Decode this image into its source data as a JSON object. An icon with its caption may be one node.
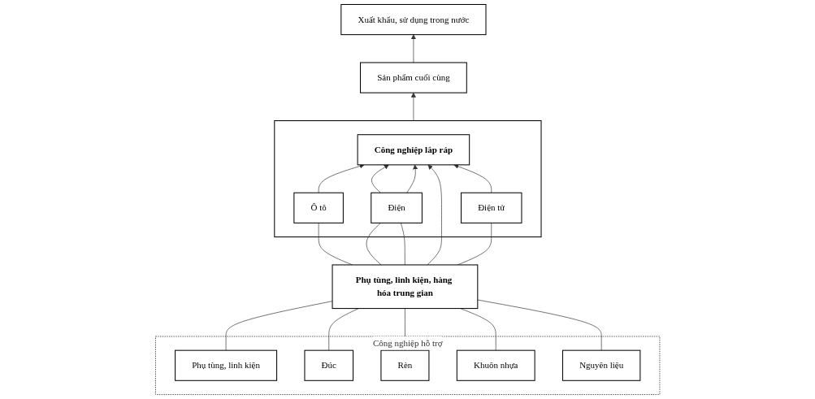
{
  "diagram": {
    "nodes": [
      {
        "text": [],
        "shape": "box"
      },
      {
        "text": [
          "Công nghiệp lắp ráp"
        ],
        "in": 0
      },
      {
        "text": [
          "Ô tô"
        ],
        "in": 0
      },
      {
        "text": [
          "Điện"
        ],
        "in": 0
      },
      {
        "text": [
          "Điện tử"
        ],
        "in": 0
      },
      {
        "text": [
          "Sản phẩm cuối cùng"
        ]
      },
      {
        "text": [
          "Xuất khẩu, sử dụng trong nước"
        ]
      },
      {
        "text": [
          "Phụ tùng, linh kiện, hàng hóa trung gian"
        ]
      },
      {
        "text": [
          "Công nghiệp hỗ trợ"
        ]
      },
      {
        "text": [
          "Phụ tùng, linh kiện"
        ],
        "in": 8
      },
      {
        "text": [
          "Đúc"
        ],
        "in": 8
      },
      {
        "text": [
          "Rèn"
        ],
        "in": 8
      },
      {
        "text": [
          "Khuôn nhựa"
        ],
        "in": 8
      },
      {
        "text": [
          "Nguyên liệu"
        ],
        "in": 8
      }
    ],
    "edges": [
      {
        "from": 2,
        "to": 1,
        "arrow": "to"
      },
      {
        "from": 3,
        "to": 1,
        "arrow": "to"
      },
      {
        "from": 3,
        "to": 1,
        "arrow": "to"
      },
      {
        "from": 7,
        "to": 1,
        "arrow": "to"
      },
      {
        "from": 4,
        "to": 1,
        "arrow": "to"
      },
      {
        "from": 0,
        "to": 5,
        "arrow": "to"
      },
      {
        "from": 5,
        "to": 6,
        "arrow": "to"
      },
      {
        "from": 7,
        "to": 2,
        "arrow": "none"
      },
      {
        "from": 7,
        "to": 3,
        "arrow": "none"
      },
      {
        "from": 7,
        "to": 3,
        "arrow": "none"
      },
      {
        "from": 7,
        "to": 4,
        "arrow": "none"
      },
      {
        "from": 9,
        "to": 7,
        "arrow": "none"
      },
      {
        "from": 10,
        "to": 7,
        "arrow": "none"
      },
      {
        "from": 11,
        "to": 7,
        "arrow": "none"
      },
      {
        "from": 12,
        "to": 7,
        "arrow": "none"
      },
      {
        "from": 13,
        "to": 7,
        "arrow": "none"
      }
    ]
  }
}
